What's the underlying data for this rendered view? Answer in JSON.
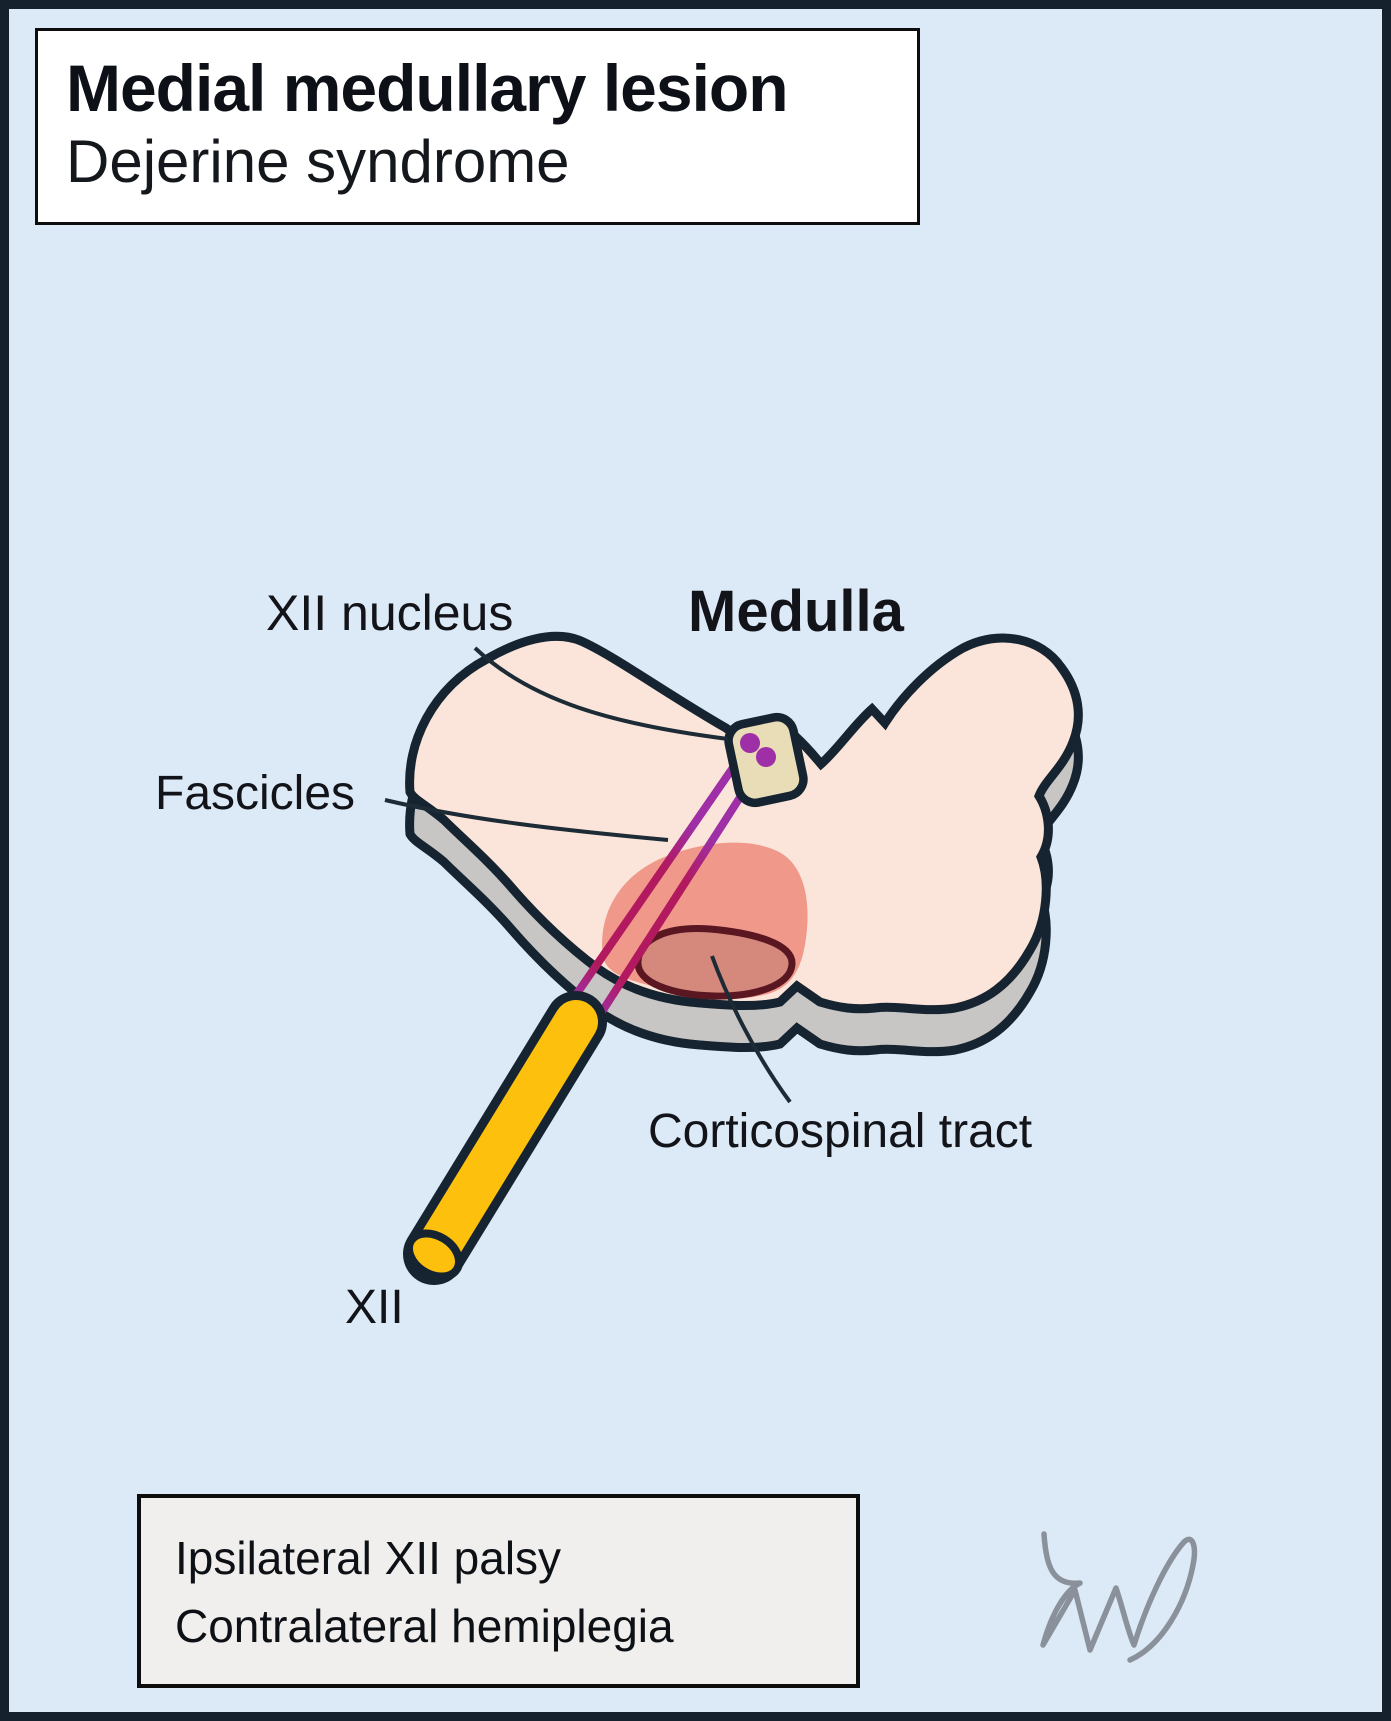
{
  "header": {
    "title": "Medial medullary lesion",
    "subtitle": "Dejerine syndrome"
  },
  "diagram": {
    "section_label": "Medulla",
    "labels": {
      "xii_nucleus": "XII nucleus",
      "fascicles": "Fascicles",
      "corticospinal_tract": "Corticospinal tract",
      "xii_nerve": "XII"
    },
    "colors": {
      "background": "#dce9f6",
      "frame": "#16212e",
      "outline": "#152430",
      "medulla_fill": "#fbe5da",
      "medulla_side": "#c8c6c4",
      "nucleus_fill": "#e8ddb6",
      "fascicle_purple": "#9e2fa6",
      "fascicle_crimson": "#b2195e",
      "lesion": "#ef9486",
      "corticospinal_fill": "#d5897c",
      "corticospinal_stroke": "#5a1722",
      "nerve_yellow": "#fdc00d",
      "pointer": "#1c2b36",
      "signature": "#8a919a"
    }
  },
  "findings": {
    "line1": "Ipsilateral XII palsy",
    "line2": "Contralateral hemiplegia"
  }
}
